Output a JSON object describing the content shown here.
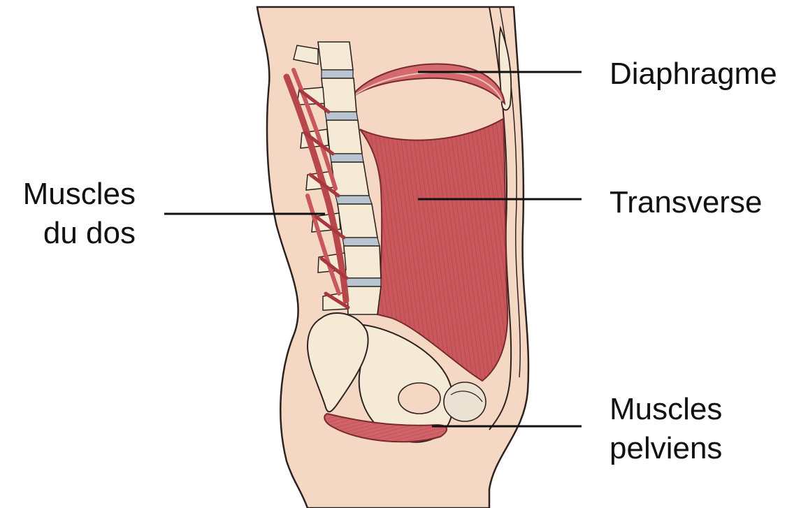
{
  "labels": {
    "diaphragm": "Diaphragme",
    "transverse": "Transverse",
    "back_muscles": [
      "Muscles",
      "du dos"
    ],
    "pelvic_muscles": [
      "Muscles",
      "pelviens"
    ]
  },
  "colors": {
    "skin": "#f4d8c4",
    "skin_outline": "#2d2220",
    "muscle": "#c9585d",
    "muscle_dark": "#a8383f",
    "bone": "#f5ead5",
    "disc": "#b8c4cf",
    "leader_line": "#111111"
  }
}
